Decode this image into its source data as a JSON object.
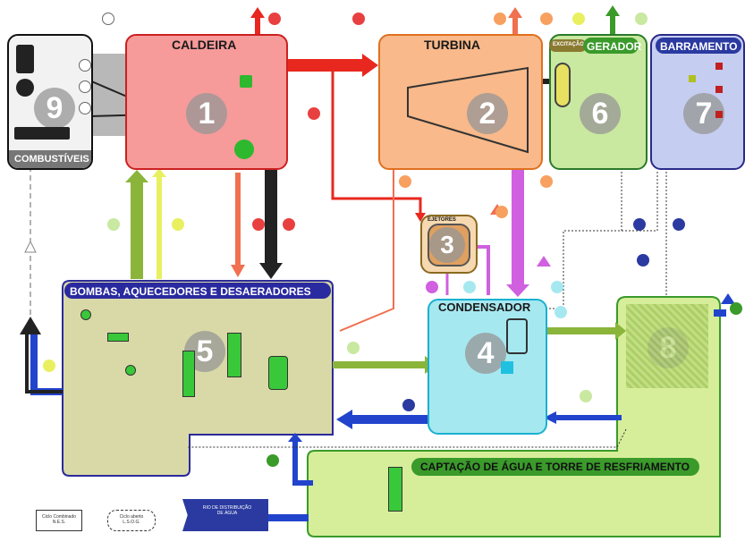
{
  "blocks": {
    "combustiveis": {
      "label": "COMBUSTÍVEIS",
      "number": "9"
    },
    "caldeira": {
      "label": "CALDEIRA",
      "number": "1"
    },
    "turbina": {
      "label": "TURBINA",
      "number": "2"
    },
    "gerador": {
      "label": "GERADOR",
      "number": "6"
    },
    "barramento": {
      "label": "BARRAMENTO",
      "number": "7"
    },
    "bombas": {
      "label": "BOMBAS, AQUECEDORES E DESAERADORES",
      "number": "5"
    },
    "condensador": {
      "label": "CONDENSADOR",
      "number": "4"
    },
    "torre": {
      "label": "CAPTAÇÃO DE ÁGUA E TORRE DE RESFRIAMENTO",
      "number": "8"
    },
    "ejetores": {
      "label": "EJETORES",
      "number": "3"
    },
    "excitacao": {
      "label": "EXCITAÇÃO"
    }
  },
  "colors": {
    "caldeira": "#f79a9a",
    "turbina": "#f9b98a",
    "gerador": "#c9e8a0",
    "barramento": "#c5cdf0",
    "bombas": "#d9d9a8",
    "condensador": "#a6e8f0",
    "torre": "#d6ee9a",
    "combustiveis": "#f2f2f2",
    "ejetores": "#f6d9b0",
    "steam": "#e8281e",
    "water": "#8ab53a",
    "cooling": "#2244cc",
    "vapor_cond": "#d060e0"
  },
  "legend": {
    "box1": "Ciclo Combinado\nN.E.S.",
    "box2": "Ciclo aberto\nL.S.O.G.",
    "reservoir": "RIO DE DISTRIBUIÇÃO\nDE ÁGUA"
  }
}
